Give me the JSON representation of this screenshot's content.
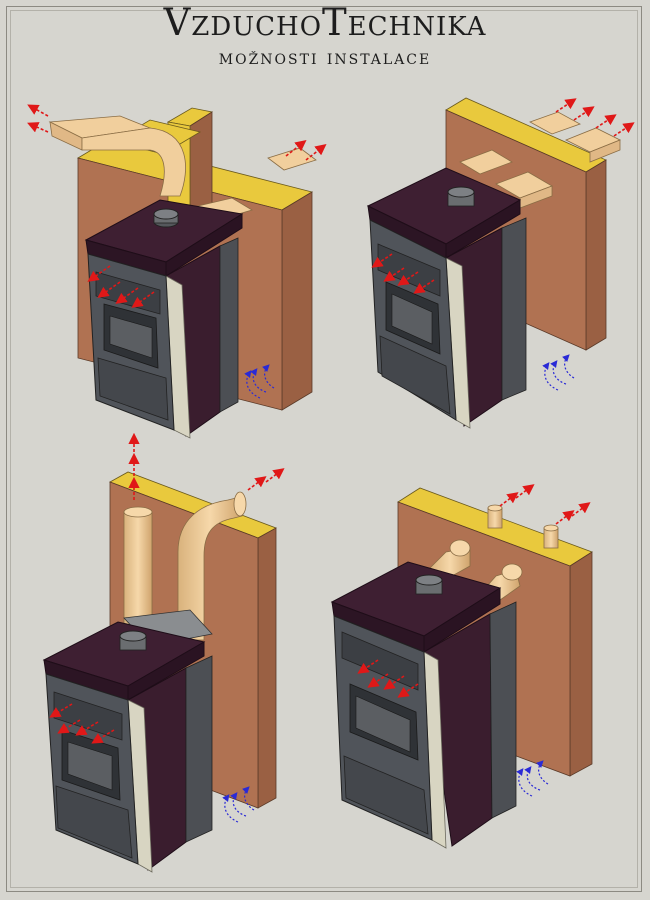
{
  "title": "VzduchoTechnika",
  "subtitle": "možnosti instalace",
  "colors": {
    "background": "#d6d5cf",
    "wall_face": "#b07252",
    "wall_top": "#e9c93d",
    "board": "#f1cf9d",
    "stove_top": "#3e1f32",
    "stove_body": "#4b4f53",
    "side_panel": "#d8d5c2",
    "arrow_out": "#e01818",
    "arrow_in": "#2a2ad6"
  },
  "diagrams": [
    {
      "name": "installation-variant-1",
      "icon": "stove-with-flat-ducts-and-elbow"
    },
    {
      "name": "installation-variant-2",
      "icon": "stove-with-flat-ducts-through-wall"
    },
    {
      "name": "installation-variant-3",
      "icon": "stove-with-round-vertical-pipes"
    },
    {
      "name": "installation-variant-4",
      "icon": "stove-with-round-pipe-outlets"
    }
  ]
}
